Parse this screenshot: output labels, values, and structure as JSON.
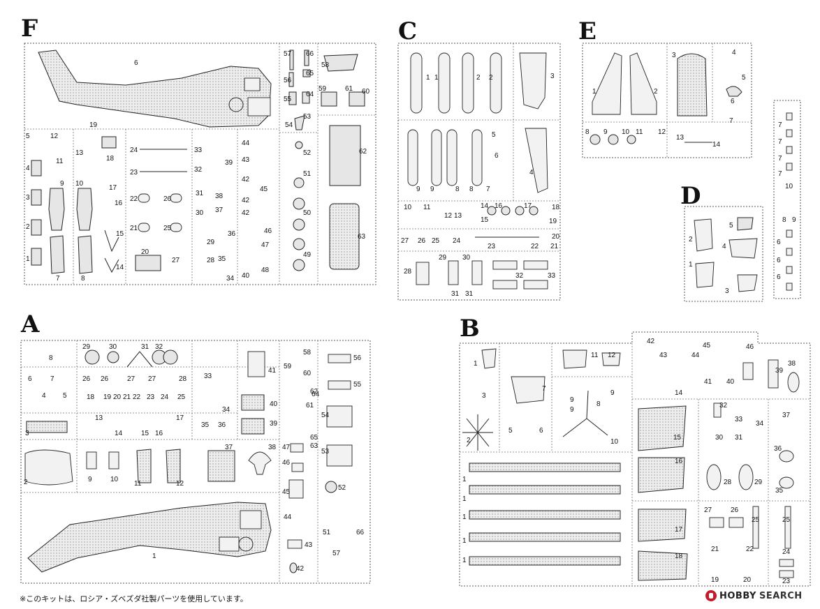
{
  "sprues": {
    "F": {
      "letter": "F",
      "labels": [
        "6",
        "57",
        "66",
        "58",
        "65",
        "56",
        "55",
        "64",
        "59",
        "61",
        "60",
        "53",
        "54",
        "62",
        "5",
        "12",
        "19",
        "24",
        "33",
        "44",
        "4",
        "11",
        "13",
        "18",
        "43",
        "39",
        "52",
        "3",
        "9",
        "10",
        "17",
        "23",
        "32",
        "42",
        "51",
        "16",
        "31",
        "38",
        "45",
        "2",
        "22",
        "26",
        "30",
        "37",
        "15",
        "50",
        "21",
        "25",
        "29",
        "1",
        "14",
        "20",
        "27",
        "28",
        "35",
        "36",
        "46",
        "47",
        "63",
        "7",
        "8",
        "34",
        "40",
        "48",
        "49"
      ]
    },
    "C": {
      "letter": "C",
      "labels": [
        "1",
        "1",
        "2",
        "2",
        "3",
        "9",
        "9",
        "8",
        "8",
        "5",
        "6",
        "7",
        "4",
        "10",
        "11",
        "12",
        "13",
        "14",
        "15",
        "16",
        "17",
        "18",
        "19",
        "27",
        "26",
        "25",
        "24",
        "23",
        "20",
        "22",
        "21",
        "28",
        "29",
        "30",
        "31",
        "31",
        "32",
        "33"
      ]
    },
    "E": {
      "letter": "E",
      "labels": [
        "1",
        "2",
        "3",
        "4",
        "5",
        "6",
        "7",
        "8",
        "9",
        "10",
        "11",
        "12",
        "13",
        "14"
      ]
    },
    "D": {
      "letter": "D",
      "labels": [
        "2",
        "5",
        "4",
        "1",
        "3",
        "7",
        "7",
        "7",
        "7",
        "10",
        "8",
        "9",
        "6",
        "6",
        "6"
      ]
    },
    "A": {
      "letter": "A",
      "labels": [
        "8",
        "29",
        "30",
        "31",
        "32",
        "58",
        "56",
        "6",
        "7",
        "26",
        "26",
        "27",
        "27",
        "28",
        "33",
        "59",
        "60",
        "55",
        "4",
        "5",
        "18",
        "19",
        "20",
        "21",
        "22",
        "23",
        "24",
        "25",
        "34",
        "62",
        "41",
        "61",
        "40",
        "64",
        "54",
        "13",
        "14",
        "15",
        "16",
        "17",
        "35",
        "36",
        "39",
        "65",
        "63",
        "3",
        "2",
        "9",
        "10",
        "11",
        "12",
        "37",
        "38",
        "47",
        "46",
        "53",
        "45",
        "52",
        "44",
        "1",
        "43",
        "51",
        "66",
        "57",
        "42"
      ]
    },
    "B": {
      "letter": "B",
      "labels": [
        "42",
        "43",
        "44",
        "45",
        "46",
        "1",
        "11",
        "12",
        "38",
        "3",
        "7",
        "41",
        "40",
        "39",
        "14",
        "9",
        "9",
        "8",
        "9",
        "2",
        "5",
        "6",
        "10",
        "15",
        "32",
        "33",
        "34",
        "37",
        "30",
        "31",
        "36",
        "16",
        "28",
        "29",
        "35",
        "27",
        "26",
        "25",
        "25",
        "1",
        "1",
        "1",
        "1",
        "1",
        "17",
        "18",
        "21",
        "22",
        "19",
        "20",
        "24",
        "23"
      ]
    }
  },
  "footer": {
    "note": "※このキットは、ロシア・ズベズダ社製パーツを使用しています。",
    "brand_hobby": "HOBBY",
    "brand_search": "SEARCH"
  }
}
